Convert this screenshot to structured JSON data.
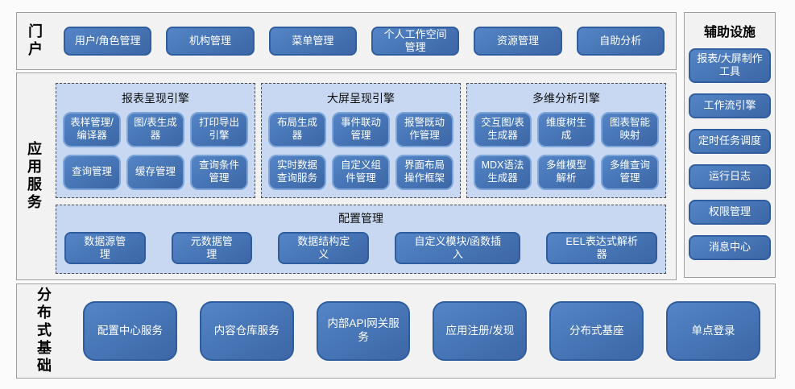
{
  "colors": {
    "block_blue": "#4a7ebc",
    "block_border": "#2f5d9e",
    "engine_block_border": "#7ea6d8",
    "panel_light_blue": "#c8d8f2",
    "section_bg": "#f2f2f2",
    "section_border": "#9e9e9e",
    "block_text": "#ffffff"
  },
  "portal": {
    "label": "门户",
    "items": [
      "用户/角色管理",
      "机构管理",
      "菜单管理",
      "个人工作空间管理",
      "资源管理",
      "自助分析"
    ]
  },
  "app_services": {
    "label": "应用服务",
    "engines": [
      {
        "title": "报表呈现引擎",
        "items": [
          "表样管理/编译器",
          "图/表生成器",
          "打印导出引擎",
          "查询管理",
          "缓存管理",
          "查询条件管理"
        ]
      },
      {
        "title": "大屏呈现引擎",
        "items": [
          "布局生成器",
          "事件联动管理",
          "报警既动作管理",
          "实时数据查询服务",
          "自定义组件管理",
          "界面布局操作框架"
        ]
      },
      {
        "title": "多维分析引擎",
        "items": [
          "交互图/表生成器",
          "维度树生成",
          "图表智能映射",
          "MDX语法生成器",
          "多维模型解析",
          "多维查询管理"
        ]
      }
    ],
    "config": {
      "title": "配置管理",
      "items": [
        "数据源管理",
        "元数据管理",
        "数据结构定义",
        "自定义模块/函数插入",
        "EEL表达式解析器"
      ]
    }
  },
  "auxiliary": {
    "title": "辅助设施",
    "items": [
      "报表/大屏制作工具",
      "工作流引擎",
      "定时任务调度",
      "运行日志",
      "权限管理",
      "消息中心"
    ]
  },
  "distributed": {
    "label": "分布式基础",
    "items": [
      "配置中心服务",
      "内容仓库服务",
      "内部API网关服务",
      "应用注册/发现",
      "分布式基座",
      "单点登录"
    ]
  }
}
